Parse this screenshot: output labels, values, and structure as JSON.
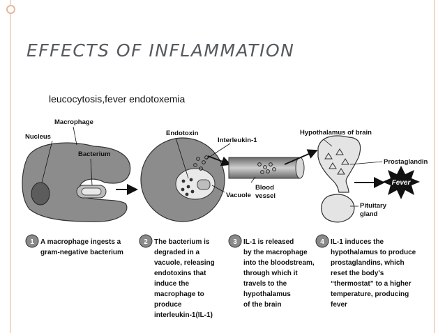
{
  "slide": {
    "title": "EFFECTS  OF INFLAMMATION",
    "subtitle": "leucocytosis,fever endotoxemia"
  },
  "diagram": {
    "labels": {
      "nucleus": "Nucleus",
      "macrophage": "Macrophage",
      "bacterium": "Bacterium",
      "endotoxin": "Endotoxin",
      "interleukin": "Interleukin-1",
      "vacuole": "Vacuole",
      "blood_vessel_1": "Blood",
      "blood_vessel_2": "vessel",
      "hypothalamus": "Hypothalamus of brain",
      "prostaglandin": "Prostaglandin",
      "fever": "Fever",
      "pituitary_1": "Pituitary",
      "pituitary_2": "gland"
    },
    "steps": [
      {
        "number": "1",
        "lines": [
          "A macrophage ingests a",
          "gram-negative bacterium"
        ]
      },
      {
        "number": "2",
        "lines": [
          "The bacterium is",
          "degraded in a",
          "vacuole, releasing",
          "endotoxins that",
          "induce the",
          "macrophage to",
          "produce",
          "interleukin-1(IL-1)"
        ]
      },
      {
        "number": "3",
        "lines": [
          "IL-1 is released",
          "by the macrophage",
          "into the bloodstream,",
          "through which it",
          "travels to the",
          "hypothalamus",
          "of the brain"
        ]
      },
      {
        "number": "4",
        "lines": [
          "IL-1 induces the",
          "hypothalamus to produce",
          "prostaglandins, which",
          "reset the body's",
          "“thermostat” to a higher",
          "temperature, producing",
          "fever"
        ]
      }
    ]
  }
}
